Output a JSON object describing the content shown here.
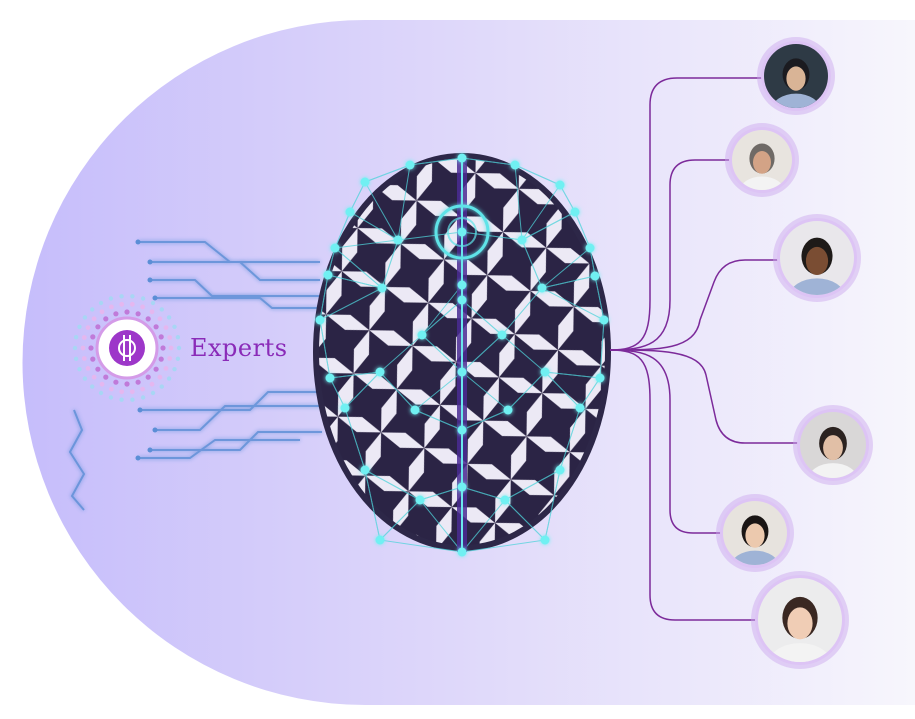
{
  "logo": {
    "label": "Experts"
  },
  "colors": {
    "accent": "#8a2bb8",
    "node": "#5fe3e8",
    "band_left": "#c9c0fb",
    "band_right": "#f5f3fc",
    "connector": "#7c2a9a"
  },
  "experts": [
    {
      "icon": "woman-portrait"
    },
    {
      "icon": "man-gray-beard-portrait"
    },
    {
      "icon": "man-glasses-portrait"
    },
    {
      "icon": "man-dark-hair-portrait"
    },
    {
      "icon": "woman-long-hair-portrait"
    },
    {
      "icon": "woman-bun-portrait"
    }
  ]
}
